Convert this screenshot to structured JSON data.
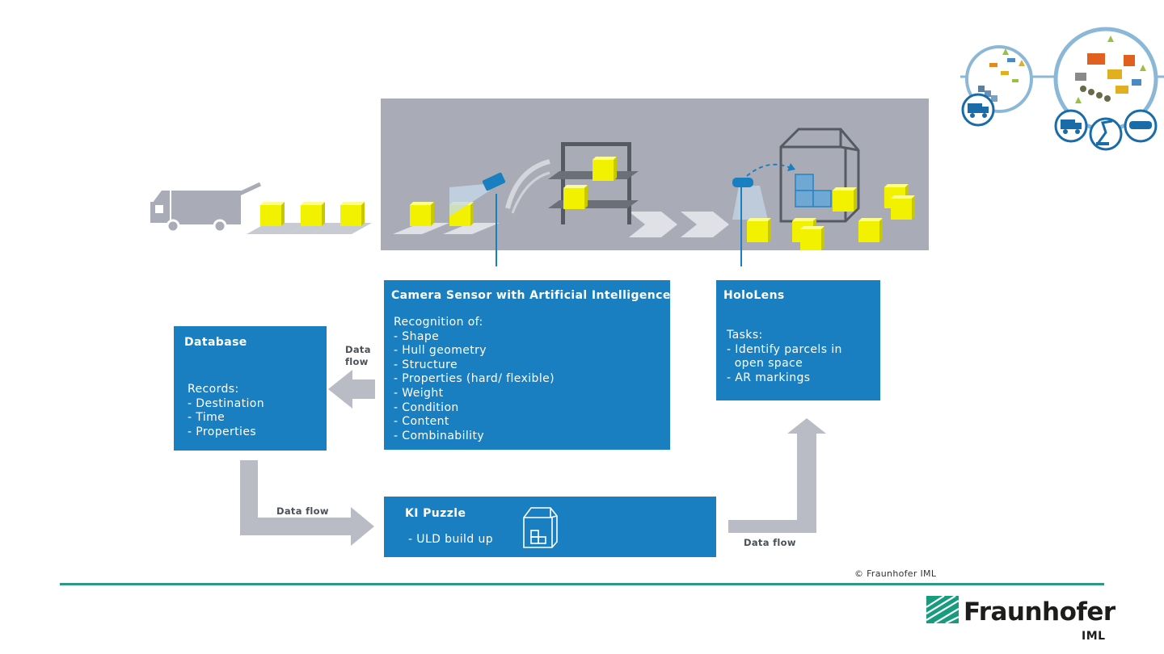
{
  "colors": {
    "box_blue": "#1a7fc1",
    "panel_gray": "#a9acb6",
    "arrow_gray": "#b9bcc4",
    "parcel_yellow": "#f2f200",
    "line_teal": "#2a9a86",
    "logo_green": "#179c7d"
  },
  "camera_box": {
    "title": "Camera Sensor with Artificial Intelligence",
    "lines": [
      "Recognition of:",
      "- Shape",
      "- Hull geometry",
      "- Structure",
      "- Properties (hard/ flexible)",
      "- Weight",
      "- Condition",
      "- Content",
      "- Combinability"
    ]
  },
  "hololens_box": {
    "title": "HoloLens",
    "lines": [
      "Tasks:",
      "- Identify parcels in",
      "  open space",
      "- AR markings"
    ]
  },
  "database_box": {
    "title": "Database",
    "lines": [
      "Records:",
      "- Destination",
      "- Time",
      "- Properties"
    ]
  },
  "puzzle_box": {
    "title": "KI Puzzle",
    "line": "- ULD build up",
    "icon": "uld-container-icon"
  },
  "flows": {
    "camera_to_db": "Data\nflow",
    "db_to_puzzle": "Data flow",
    "puzzle_to_hololens": "Data flow"
  },
  "copyright": "© Fraunhofer IML",
  "logo": {
    "name": "Fraunhofer",
    "sub": "IML"
  },
  "icons": [
    "truck-icon",
    "camera-icon",
    "shelf-icon",
    "hololens-icon",
    "uld-container-icon",
    "robot-arm-icon"
  ]
}
